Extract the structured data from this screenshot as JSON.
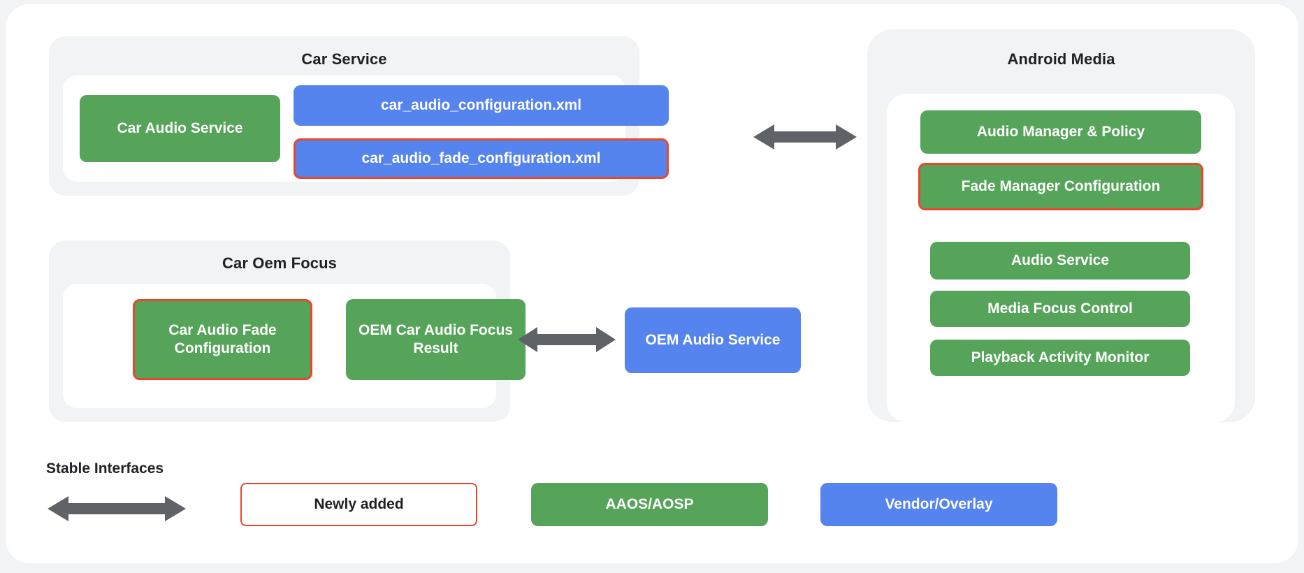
{
  "diagram": {
    "colors": {
      "green": "#55a45a",
      "blue": "#5684ee",
      "new_outline": "#e8472d",
      "arrow": "#5f6368",
      "panel_bg": "#f1f3f4",
      "card_bg": "#ffffff"
    },
    "groups": [
      {
        "id": "car-service",
        "title": "Car Service",
        "nodes": [
          {
            "id": "car-audio-service",
            "label": "Car Audio Service",
            "style": "green",
            "newly_added": false
          },
          {
            "id": "car-audio-configuration-xml",
            "label": "car_audio_configuration.xml",
            "style": "blue",
            "newly_added": false
          },
          {
            "id": "car-audio-fade-configuration-xml",
            "label": "car_audio_fade_configuration.xml",
            "style": "blue",
            "newly_added": true
          }
        ]
      },
      {
        "id": "car-oem-focus",
        "title": "Car Oem Focus",
        "nodes": [
          {
            "id": "car-audio-fade-configuration",
            "label": "Car Audio Fade Configuration",
            "style": "green",
            "newly_added": true
          },
          {
            "id": "oem-car-audio-focus-result",
            "label": "OEM Car Audio Focus Result",
            "style": "green",
            "newly_added": false
          }
        ]
      },
      {
        "id": "android-media",
        "title": "Android Media",
        "nodes": [
          {
            "id": "audio-manager-policy",
            "label": "Audio Manager & Policy",
            "style": "green",
            "newly_added": false
          },
          {
            "id": "fade-manager-configuration",
            "label": "Fade Manager Configuration",
            "style": "green",
            "newly_added": true
          },
          {
            "id": "audio-service",
            "label": "Audio Service",
            "style": "green",
            "newly_added": false
          },
          {
            "id": "media-focus-control",
            "label": "Media Focus Control",
            "style": "green",
            "newly_added": false
          },
          {
            "id": "playback-activity-monitor",
            "label": "Playback Activity Monitor",
            "style": "green",
            "newly_added": false
          }
        ]
      }
    ],
    "standalone_nodes": [
      {
        "id": "oem-audio-service",
        "label": "OEM Audio Service",
        "style": "blue",
        "newly_added": false
      }
    ],
    "connectors": [
      {
        "id": "car-service-to-android-media",
        "type": "double-arrow"
      },
      {
        "id": "car-oem-focus-to-oem-audio-service",
        "type": "double-arrow"
      }
    ]
  },
  "legend": {
    "stable_interfaces_label": "Stable Interfaces",
    "items": [
      {
        "id": "newly-added",
        "label": "Newly added",
        "style": "outline"
      },
      {
        "id": "aaos-aosp",
        "label": "AAOS/AOSP",
        "style": "green"
      },
      {
        "id": "vendor-overlay",
        "label": "Vendor/Overlay",
        "style": "blue"
      }
    ]
  }
}
